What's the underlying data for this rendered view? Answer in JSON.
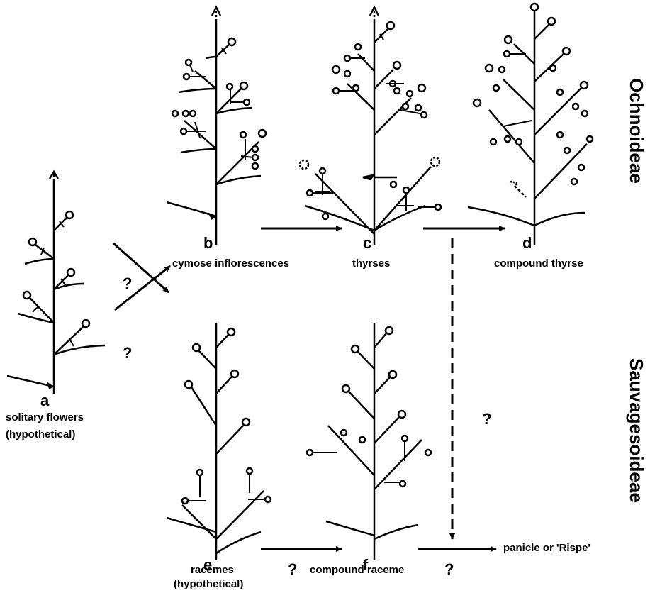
{
  "groups": {
    "top": "Ochnoideae",
    "bottom": "Sauvagesoideae"
  },
  "panels": {
    "a": {
      "letter": "a",
      "line1": "solitary flowers",
      "line2": "(hypothetical)"
    },
    "b": {
      "letter": "b",
      "label": "cymose inflorescences"
    },
    "c": {
      "letter": "c",
      "label": "thyrses"
    },
    "d": {
      "letter": "d",
      "label": "compound thyrse"
    },
    "e": {
      "letter": "e",
      "line1": "racemes",
      "line2": "(hypothetical)"
    },
    "f": {
      "letter": "f",
      "label": "compound raceme"
    }
  },
  "end_label": "panicle or 'Rispe'",
  "question": "?"
}
